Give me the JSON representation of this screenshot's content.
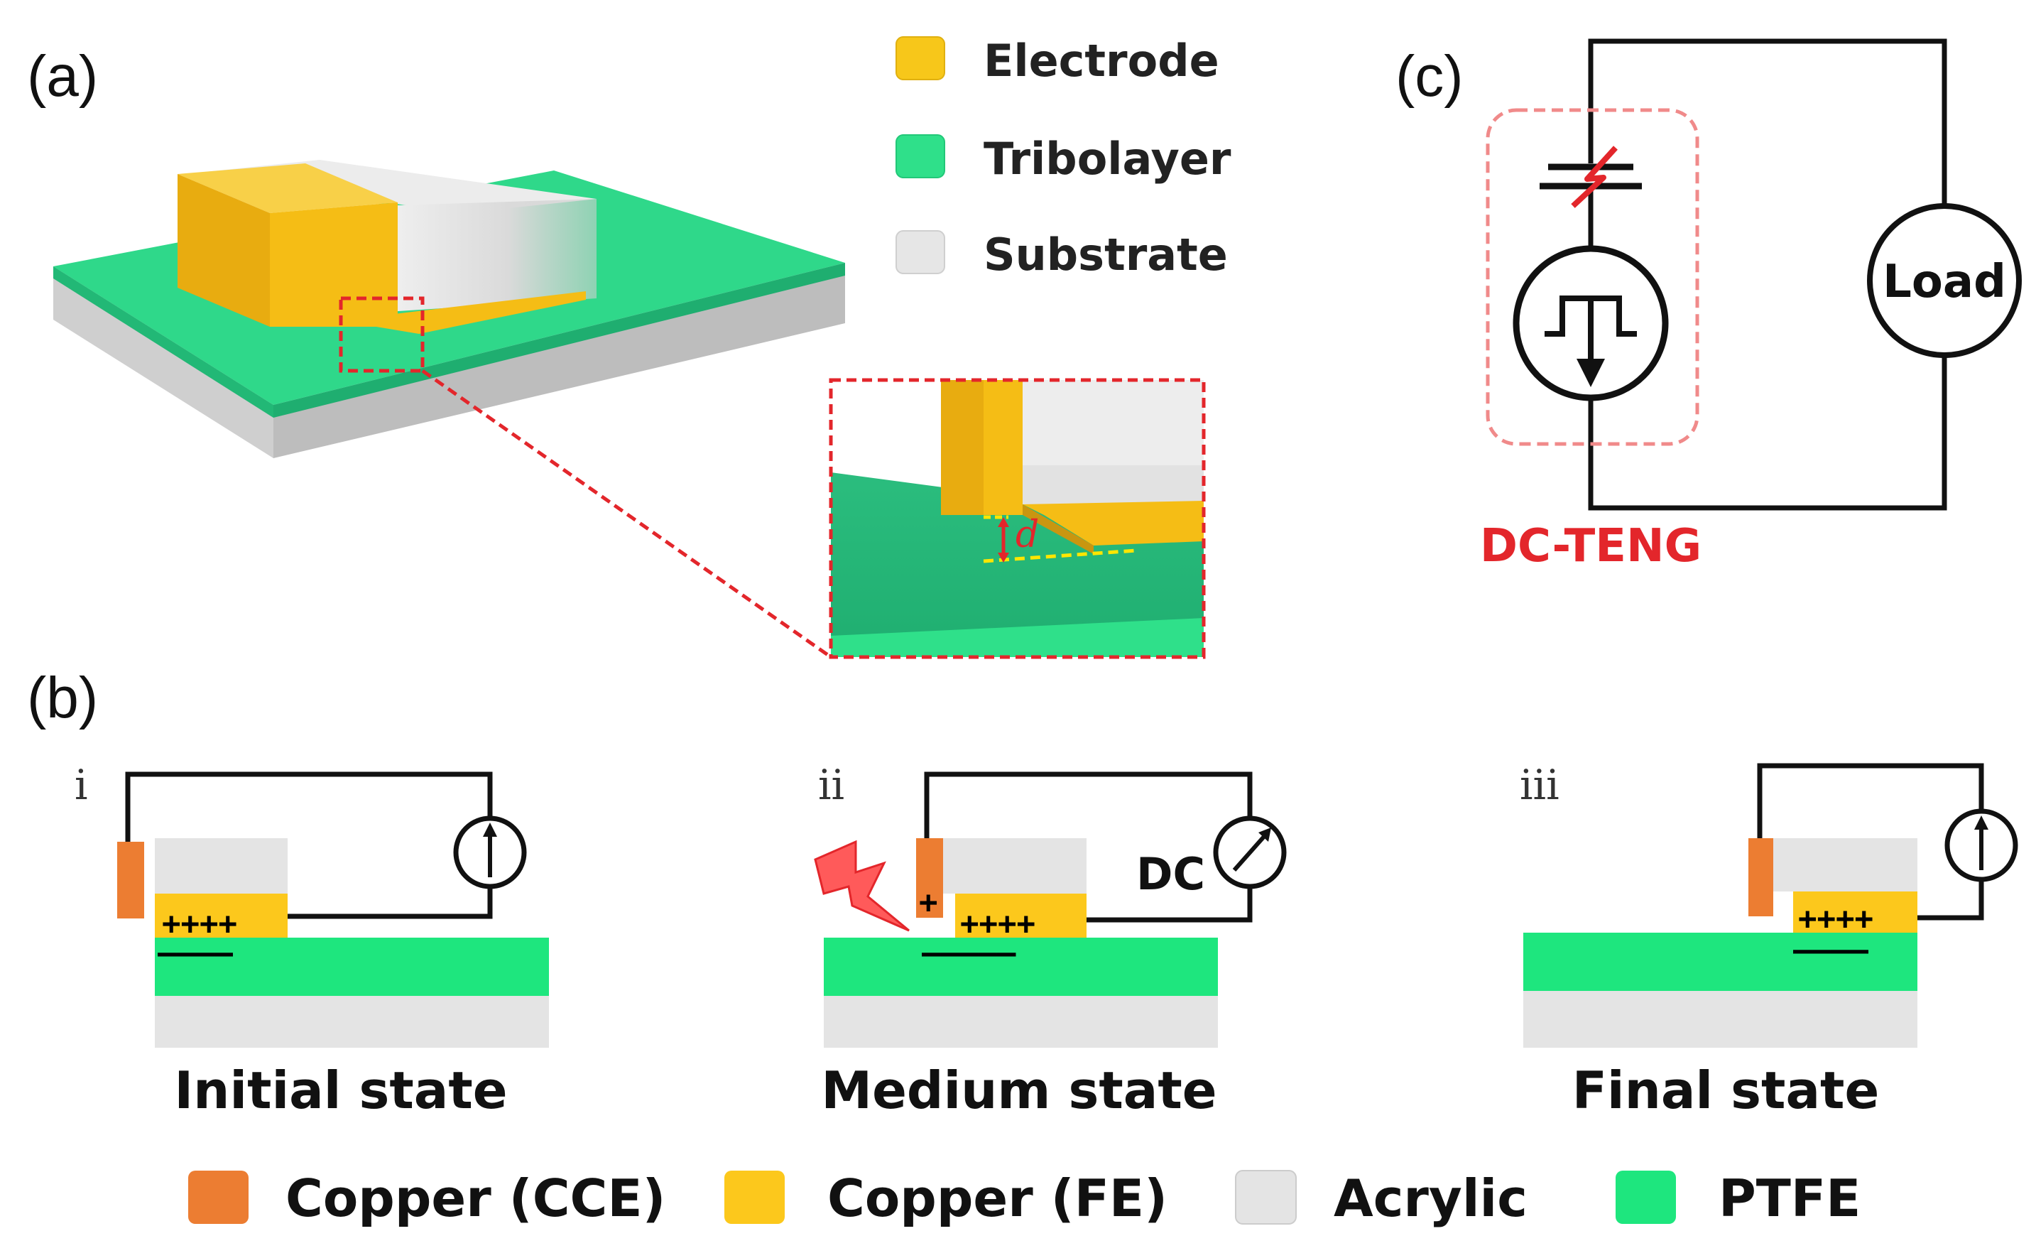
{
  "panels": {
    "a": {
      "label": "(a)"
    },
    "b": {
      "label": "(b)"
    },
    "c": {
      "label": "(c)"
    }
  },
  "legend_top": [
    {
      "label": "Electrode",
      "color": "#f7c71a"
    },
    {
      "label": "Tribolayer",
      "color": "#2fe08a"
    },
    {
      "label": "Substrate",
      "color": "#e6e6e6"
    }
  ],
  "zoom_annotation": "d",
  "states": [
    {
      "roman": "i",
      "name": "Initial state",
      "fe_charges": "++++",
      "ptfe_charges": "––––"
    },
    {
      "roman": "ii",
      "name": "Medium state",
      "fe_charges": "++++",
      "ptfe_charges": "–––––",
      "cce_charge": "+",
      "meter_label": "DC"
    },
    {
      "roman": "iii",
      "name": "Final state",
      "fe_charges": "++++",
      "ptfe_charges": "––––"
    }
  ],
  "legend_bottom": [
    {
      "label": "Copper (CCE)",
      "color": "#ec7d32"
    },
    {
      "label": "Copper (FE)",
      "color": "#fcc81c"
    },
    {
      "label": "Acrylic",
      "color": "#e4e4e4"
    },
    {
      "label": "PTFE",
      "color": "#1ee67e"
    }
  ],
  "circuit": {
    "load_label": "Load",
    "teng_label": "DC-TENG"
  },
  "colors": {
    "electrode": "#f5bd15",
    "tribolayer": "#2fd88a",
    "substrate": "#dcdcdc",
    "accent_red": "#e3262b"
  }
}
